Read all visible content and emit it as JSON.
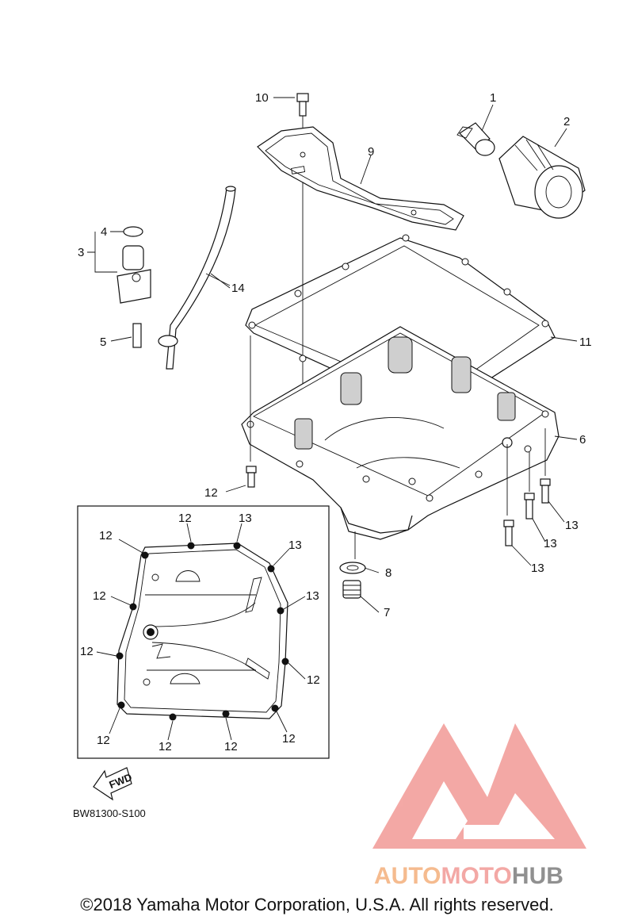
{
  "diagram_code": "BW81300-S100",
  "fwd_label": "FWD",
  "copyright": "©2018 Yamaha Motor Corporation, U.S.A. All rights reserved.",
  "watermark": {
    "part1": "AUTO",
    "part2": "MOTO",
    "part3": "HUB",
    "color_main": "#f4b07c",
    "color_accent": "#f29a96",
    "color_dark": "#7d7d7d"
  },
  "callouts": {
    "p1": "1",
    "p2": "2",
    "p3": "3",
    "p4": "4",
    "p5": "5",
    "p6": "6",
    "p7": "7",
    "p8": "8",
    "p9": "9",
    "p10": "10",
    "p11": "11",
    "p14": "14",
    "p12_main": "12",
    "p13_a": "13",
    "p13_b": "13",
    "p13_c": "13"
  },
  "inset_callouts": {
    "a": "12",
    "b": "13",
    "c": "12",
    "d": "13",
    "e": "12",
    "f": "13",
    "g": "12",
    "h": "12",
    "i": "12",
    "j": "12",
    "k": "12",
    "l": "12"
  }
}
